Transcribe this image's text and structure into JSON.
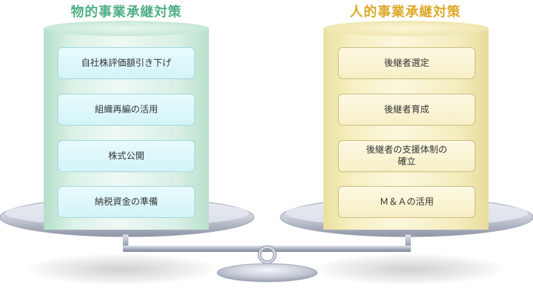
{
  "left": {
    "title": "物的事業承継対策",
    "items": [
      "自社株評価額引き下げ",
      "組織再編の活用",
      "株式公開",
      "納税資金の準備"
    ]
  },
  "right": {
    "title": "人的事業承継対策",
    "items": [
      "後継者選定",
      "後継者育成",
      "後継者の支援体制の\n確立",
      "Ｍ＆Ａの活用"
    ]
  },
  "colors": {
    "left_accent": "#4fb084",
    "right_accent": "#dca928"
  }
}
